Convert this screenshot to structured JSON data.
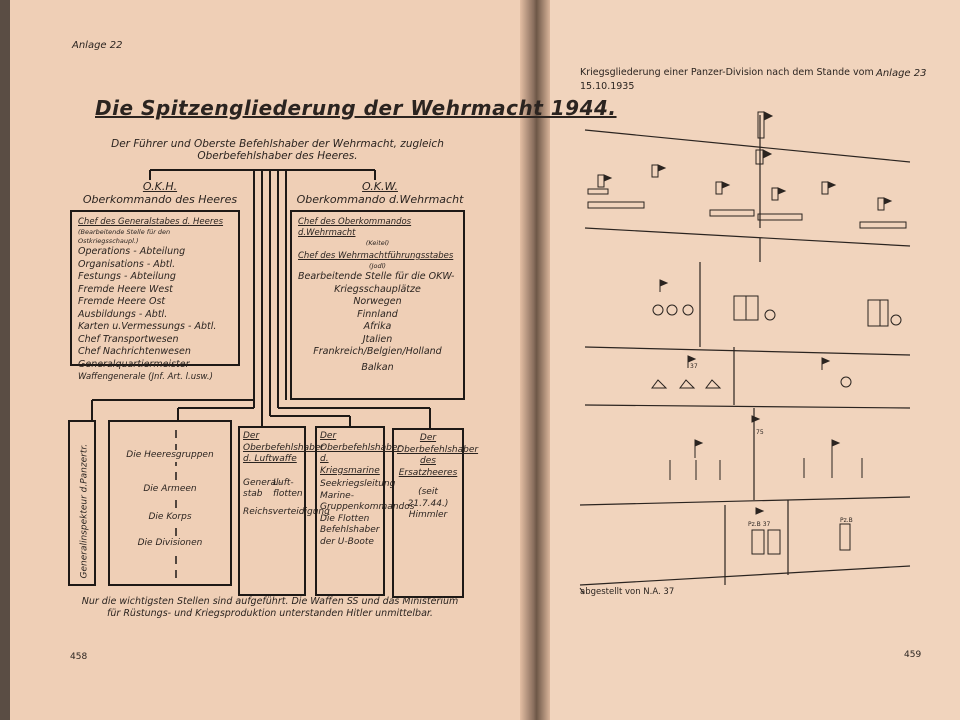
{
  "left_page": {
    "anlage": "Anlage 22",
    "title": "Die Spitzengliederung der Wehrmacht 1944.",
    "fuehrer_line1": "Der Führer und Oberste Befehlshaber der Wehrmacht, zugleich",
    "fuehrer_line2": "Oberbefehlshaber des Heeres.",
    "okh": {
      "abbr": "O.K.H.",
      "name": "Oberkommando des Heeres",
      "chief": "Chef des Generalstabes d. Heeres",
      "chief_note": "(Bearbeitende Stelle für den Ostkriegsschaupl.)",
      "entries": [
        "Operations - Abteilung",
        "Organisations - Abtl.",
        "Festungs - Abteilung",
        "Fremde Heere West",
        "Fremde Heere Ost",
        "Ausbildungs - Abtl.",
        "Karten u.Vermessungs - Abtl.",
        "Chef Transportwesen",
        "Chef Nachrichtenwesen",
        "Generalquartiermeister",
        "Waffengenerale (Jnf. Art. l.usw.)"
      ]
    },
    "okw": {
      "abbr": "O.K.W.",
      "name": "Oberkommando d.Wehrmacht",
      "chief": "Chef des Oberkommandos d.Wehrmacht",
      "chief_note": "(Keitel)",
      "chief2": "Chef des Wehrmachtführungsstabes",
      "chief2_note": "(Jodl)",
      "entries": [
        "Bearbeitende Stelle für die OKW-",
        "Kriegsschauplätze",
        "Norwegen",
        "Finnland",
        "Afrika",
        "Jtalien",
        "Frankreich/Belgien/Holland",
        "Balkan"
      ]
    },
    "inspekteur": "Generalinspekteur d.Panzertr.",
    "army": [
      "Die Heeresgruppen",
      "Die Armeen",
      "Die Korps",
      "Die Divisionen"
    ],
    "luftwaffe": {
      "head": "Der Oberbefehlshaber d. Luftwaffe",
      "col1": "General-stab",
      "col2": "Luft-flotten",
      "extra": "Reichsverteidigung"
    },
    "marine": {
      "head": "Der Oberbefehlshaber d. Kriegsmarine",
      "entries": [
        "Seekriegsleitung",
        "Marine-Gruppenkommandos",
        "Die Flotten",
        "Befehlshaber der U-Boote"
      ]
    },
    "ersatz": {
      "head": "Der Oberbefehlshaber des Ersatzheeres",
      "note": "(seit 21.7.44.)",
      "name": "Himmler"
    },
    "footnote_line1": "Nur die wichtigsten Stellen sind aufgeführt. Die Waffen SS und das Ministerium",
    "footnote_line2": "für Rüstungs- und Kriegsproduktion unterstanden Hitler unmittelbar.",
    "page_number": "458"
  },
  "right_page": {
    "anlage": "Anlage 23",
    "title": "Kriegsgliederung einer Panzer-Division nach dem Stande vom 15.10.1935",
    "markers": [
      "37",
      "75",
      "Pz.B 37",
      "Pz.B"
    ],
    "abgestellt": "abgestellt von N.A. 37",
    "page_number": "459"
  }
}
